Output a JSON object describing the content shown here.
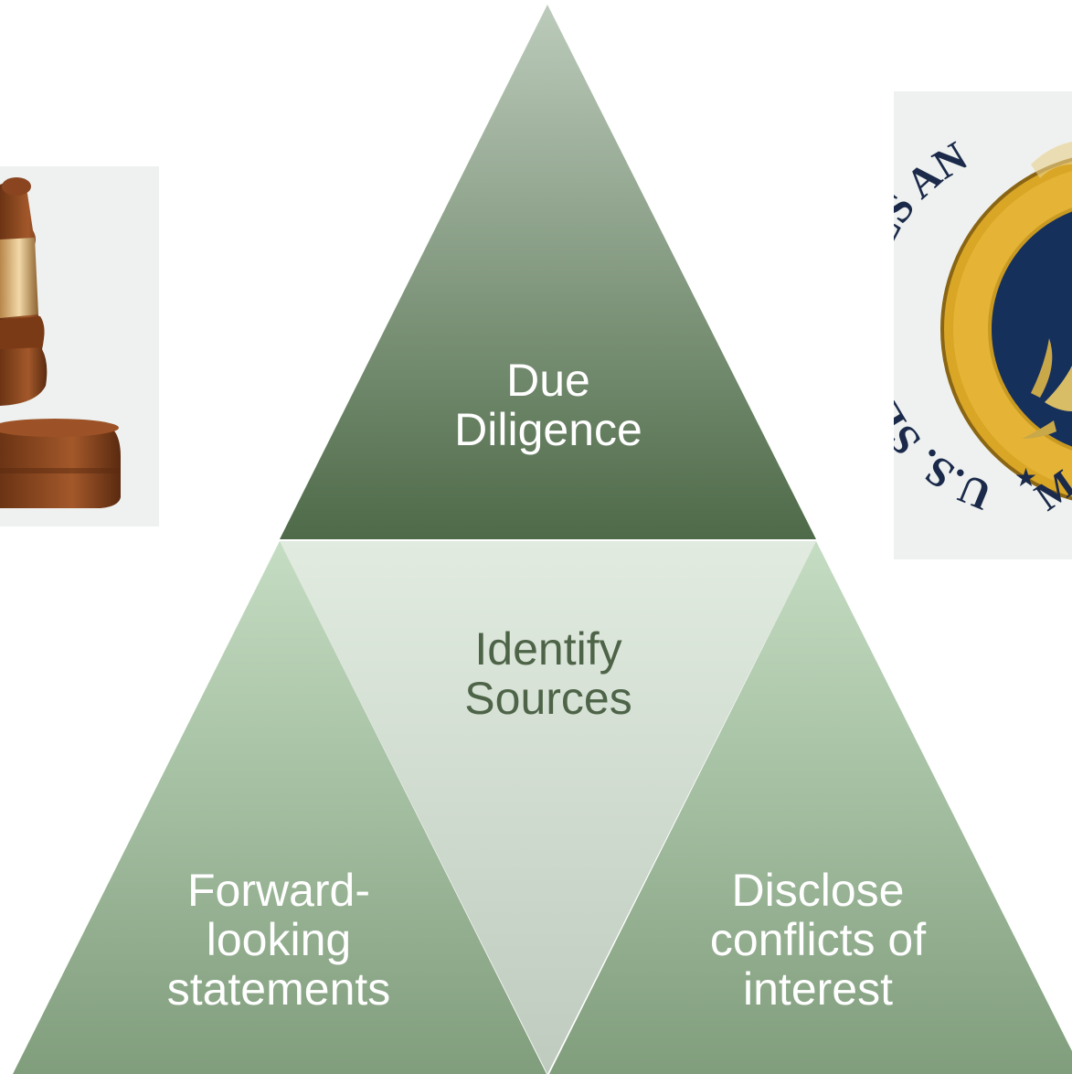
{
  "diagram": {
    "top": {
      "label": "Due\nDiligence"
    },
    "center": {
      "label": "Identify\nSources"
    },
    "bottom_left": {
      "label": "Forward-\nlooking\nstatements"
    },
    "bottom_right": {
      "label": "Disclose\nconflicts of\ninterest"
    }
  },
  "images": {
    "gavel": "gavel-photo",
    "seal": {
      "name": "sec-seal",
      "text": "U.S. SECURITIES AND EXCHANGE COMMISSION"
    }
  },
  "colors": {
    "top_gradient": [
      "#bccbbb",
      "#4e6a48"
    ],
    "center_gradient": [
      "#e1ebdf",
      "#bfcbbf"
    ],
    "side_gradient": [
      "#c5ddc3",
      "#809d7c"
    ],
    "dark_text": "#4e6448"
  }
}
